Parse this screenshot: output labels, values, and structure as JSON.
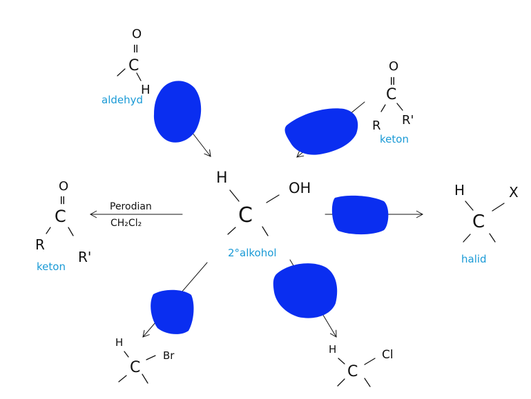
{
  "colors": {
    "ink": "#111111",
    "label": "#1a9ad6",
    "scribble": "#0a2ef0"
  },
  "center": {
    "h": "H",
    "c": "C",
    "oh": "OH",
    "label": "2°alkohol"
  },
  "aldehyde": {
    "o": "O",
    "double_bond": "=",
    "c": "C",
    "h": "H",
    "label": "aldehyd"
  },
  "ketone_top": {
    "o": "O",
    "double_bond": "=",
    "c": "C",
    "r": "R",
    "r2": "R'",
    "label": "keton"
  },
  "ketone_left": {
    "o": "O",
    "double_bond": "=",
    "c": "C",
    "r": "R",
    "r2": "R'",
    "label": "keton"
  },
  "reagent_left": {
    "line1": "Perodian",
    "line2": "CH₂Cl₂"
  },
  "halide": {
    "h": "H",
    "c": "C",
    "x": "X",
    "label": "halid"
  },
  "bromide": {
    "h": "H",
    "c": "C",
    "br": "Br"
  },
  "chloride": {
    "h": "H",
    "c": "C",
    "cl": "Cl"
  }
}
